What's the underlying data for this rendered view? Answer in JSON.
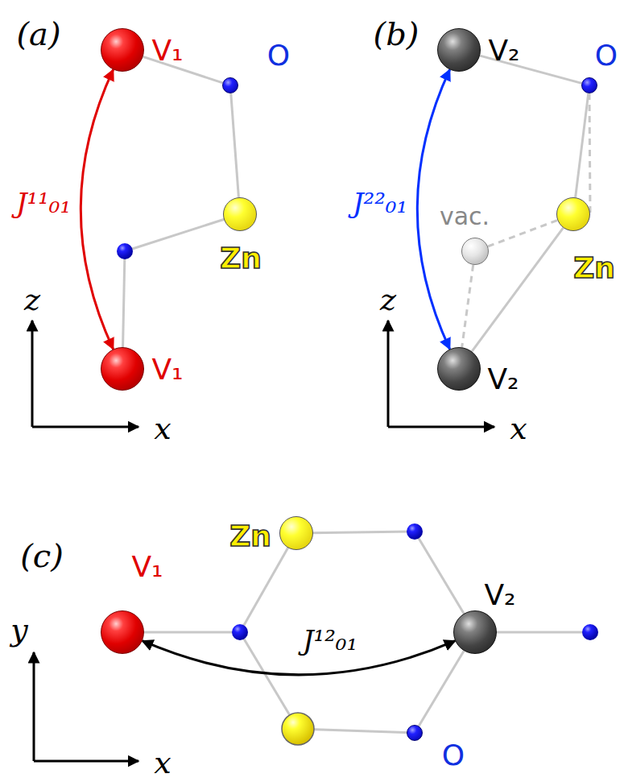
{
  "diagram": {
    "nodes": [
      {
        "text": [
          "V₁"
        ]
      },
      {
        "text": [
          "O"
        ]
      },
      {
        "text": [
          "Zn"
        ]
      },
      {
        "text": [
          "V₁"
        ]
      },
      {
        "text": [
          "V₂"
        ]
      },
      {
        "text": [
          "O"
        ]
      },
      {
        "text": [
          "vac."
        ]
      },
      {
        "text": [
          "Zn"
        ]
      },
      {
        "text": [
          "V₂"
        ]
      },
      {
        "text": [
          "Zn"
        ]
      },
      {
        "text": [
          "V₁"
        ]
      },
      {
        "text": [
          "V₂"
        ]
      },
      {
        "text": [
          "O"
        ]
      }
    ],
    "edges": [
      {
        "from": 0,
        "to": 3,
        "arrow": "both",
        "label": "J¹¹₀₁"
      },
      {
        "from": 0,
        "to": 1,
        "arrow": "none"
      },
      {
        "from": 1,
        "to": 2,
        "arrow": "none"
      },
      {
        "from": 4,
        "to": 8,
        "arrow": "both",
        "label": "J²²₀₁"
      },
      {
        "from": 4,
        "to": 5,
        "arrow": "none"
      },
      {
        "from": 5,
        "to": 7,
        "arrow": "none"
      },
      {
        "from": 5,
        "to": 7,
        "arrow": "none"
      },
      {
        "from": 7,
        "to": 8,
        "arrow": "none"
      },
      {
        "from": 6,
        "to": 7,
        "arrow": "none"
      },
      {
        "from": 6,
        "to": 8,
        "arrow": "none"
      },
      {
        "from": 10,
        "to": 11,
        "arrow": "both",
        "label": "J¹²₀₁"
      },
      {
        "from": 12,
        "to": 11,
        "arrow": "none"
      }
    ],
    "labels": [
      "(a)",
      "(b)",
      "(c)",
      "z",
      "x",
      "z",
      "x",
      "y",
      "x"
    ]
  }
}
